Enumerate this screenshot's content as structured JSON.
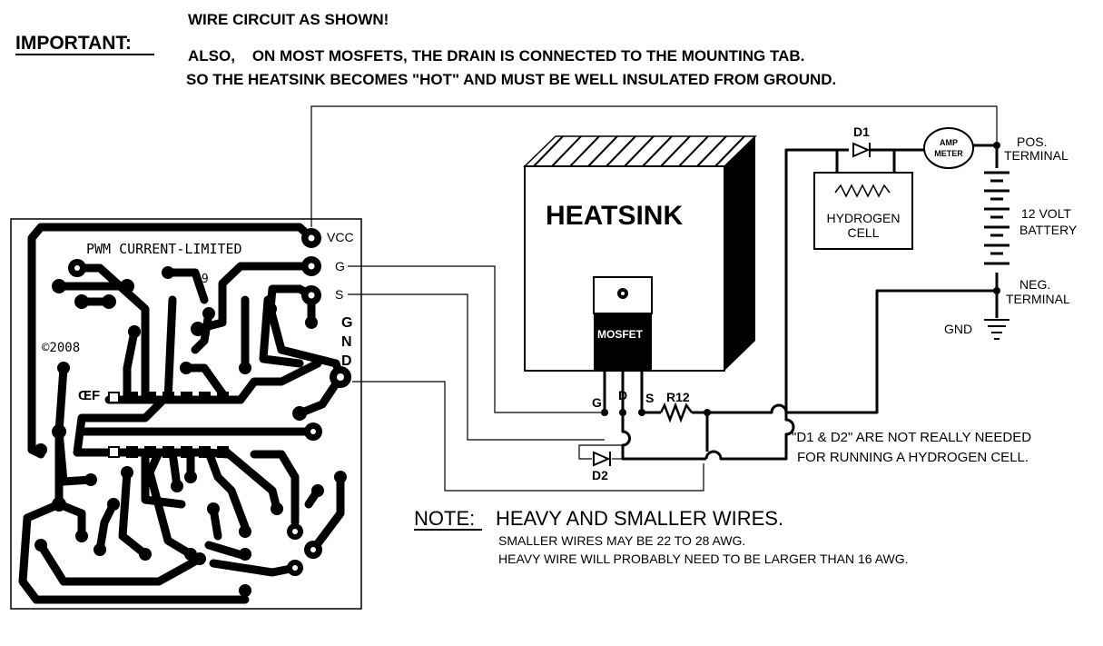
{
  "header": {
    "important": "IMPORTANT:",
    "line1": "WIRE CIRCUIT AS SHOWN!",
    "line2": "ALSO,    ON MOST MOSFETS, THE DRAIN IS CONNECTED TO THE MOUNTING TAB.",
    "line3": "SO THE HEATSINK BECOMES \"HOT\" AND MUST BE WELL INSULATED FROM GROUND."
  },
  "board": {
    "title": "PWM CURRENT-LIMITED",
    "number": "69",
    "copyright": "©2008",
    "vcc": "VCC",
    "g": "G",
    "s": "S",
    "gnd": [
      "G",
      "N",
      "D"
    ]
  },
  "heatsink": {
    "label": "HEATSINK",
    "mosfet": "MOSFET",
    "g": "G",
    "d": "D",
    "s": "S"
  },
  "parts": {
    "r12": "R12",
    "d1": "D1",
    "d2": "D2",
    "hydrogen1": "HYDROGEN",
    "hydrogen2": "CELL",
    "amp1": "AMP",
    "amp2": "METER",
    "pos1": "POS.",
    "pos2": "TERMINAL",
    "battery1": "12 VOLT",
    "battery2": "BATTERY",
    "neg1": "NEG.",
    "neg2": "TERMINAL",
    "gnd": "GND"
  },
  "notes": {
    "d1d2_1": "\"D1 & D2\" ARE NOT REALLY NEEDED",
    "d1d2_2": "FOR RUNNING A HYDROGEN CELL.",
    "note_label": "NOTE:",
    "note_title": "HEAVY AND SMALLER WIRES.",
    "note1": "SMALLER WIRES MAY BE 22 TO 28 AWG.",
    "note2": "HEAVY WIRE WILL PROBABLY NEED TO BE LARGER THAN 16 AWG."
  }
}
